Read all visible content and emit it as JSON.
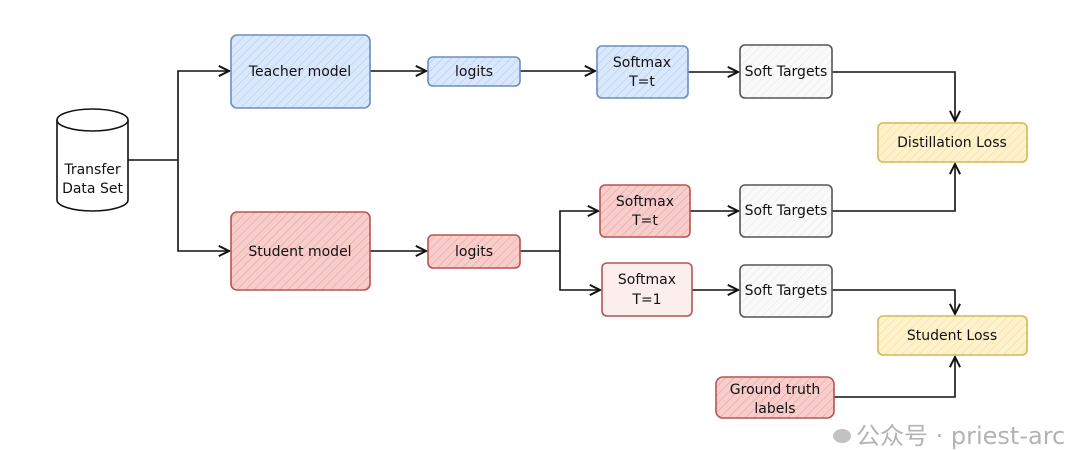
{
  "colors": {
    "teacher_fill": "#dae8fc",
    "teacher_stroke": "#6c8ebf",
    "student_fill": "#f8cecc",
    "student_stroke": "#b85450",
    "loss_fill": "#fff2cc",
    "loss_stroke": "#d6b656",
    "neutral_fill": "#f5f5f5",
    "neutral_stroke": "#555555"
  },
  "nodes": {
    "dataset": {
      "line1": "Transfer",
      "line2": "Data Set"
    },
    "teacher_model": "Teacher model",
    "teacher_logits": "logits",
    "teacher_softmax": {
      "line1": "Softmax",
      "line2": "T=t"
    },
    "teacher_soft_targets": "Soft Targets",
    "distillation_loss": "Distillation Loss",
    "student_model": "Student model",
    "student_logits": "logits",
    "student_softmax_t": {
      "line1": "Softmax",
      "line2": "T=t"
    },
    "student_soft_targets_t": "Soft Targets",
    "student_softmax_1": {
      "line1": "Softmax",
      "line2": "T=1"
    },
    "student_soft_targets_1": "Soft Targets",
    "student_loss": "Student Loss",
    "ground_truth": {
      "line1": "Ground truth",
      "line2": "labels"
    }
  },
  "watermark": "公众号 · priest-arc"
}
